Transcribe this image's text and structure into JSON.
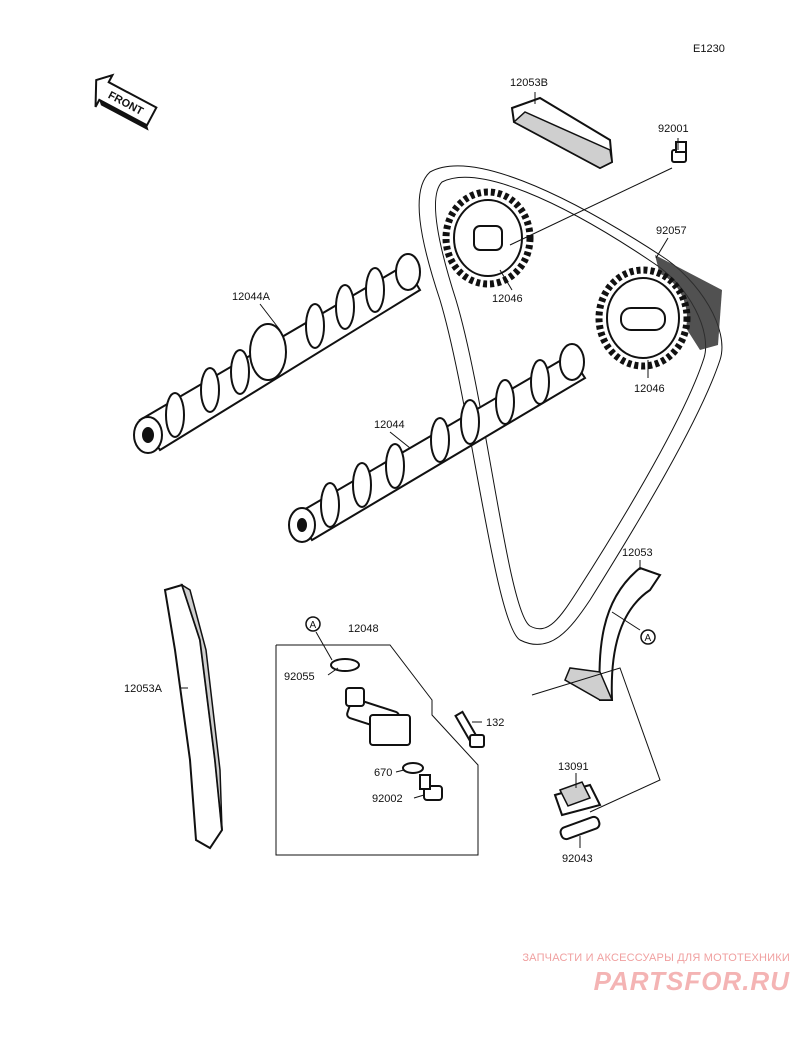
{
  "diagram": {
    "code": "E1230",
    "front_arrow": "FRONT",
    "labels": {
      "p12053B": "12053B",
      "p92001": "92001",
      "p92057": "92057",
      "p12046a": "12046",
      "p12046b": "12046",
      "p12044A": "12044A",
      "p12044": "12044",
      "p12053": "12053",
      "p12053A": "12053A",
      "p12048": "12048",
      "p92055": "92055",
      "p132": "132",
      "p670": "670",
      "p92002": "92002",
      "p13091": "13091",
      "p92043": "92043",
      "markA1": "A",
      "markA2": "A"
    }
  },
  "watermark": {
    "tagline": "ЗАПЧАСТИ И АКСЕССУАРЫ ДЛЯ МОТОТЕХНИКИ",
    "logo": "PARTSFOR.RU"
  }
}
